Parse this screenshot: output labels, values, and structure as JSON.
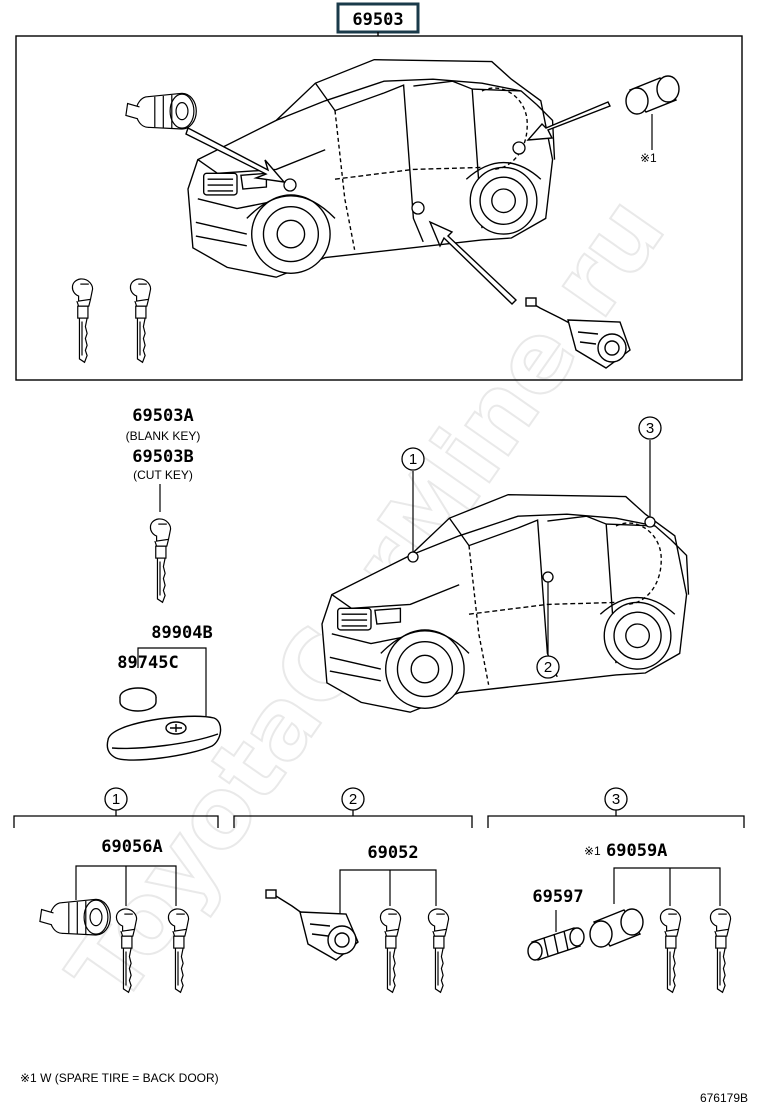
{
  "header_part": "69503",
  "watermark": "ToyotaCarMine.ru",
  "parts": {
    "key_blank": "69503A",
    "key_blank_note": "(BLANK KEY)",
    "key_cut": "69503B",
    "key_cut_note": "(CUT KEY)",
    "remote": "89904B",
    "battery": "89745C",
    "ign_set": "69056A",
    "door_set": "69052",
    "back_set": "69059A",
    "back_set_mark": "※1",
    "back_sleeve": "69597"
  },
  "callouts": {
    "c1": "1",
    "c2": "2",
    "c3": "3"
  },
  "top_note_mark": "※1",
  "footnote": "※1 W (SPARE TIRE =  BACK DOOR)",
  "diagram_id": "676179B",
  "colors": {
    "line": "#000000",
    "header_border": "#1a3a4a",
    "watermark": "#e9e9e9"
  }
}
